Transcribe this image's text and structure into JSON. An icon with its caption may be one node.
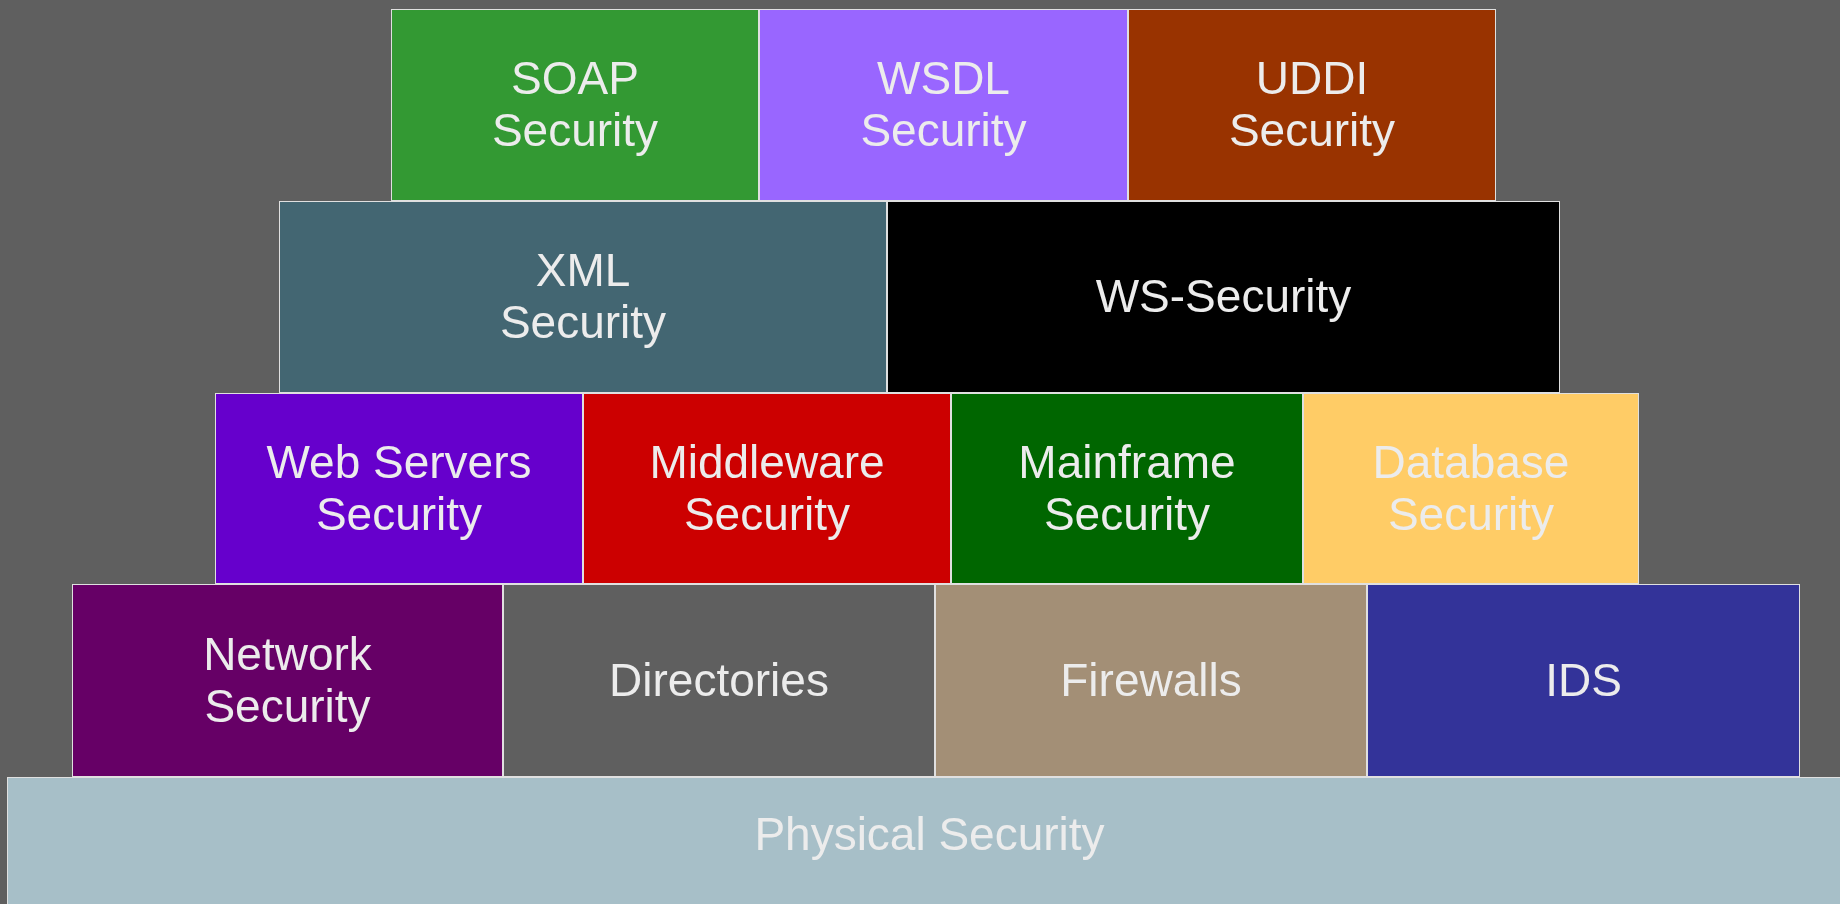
{
  "diagram": {
    "nodes": [
      {
        "text": [
          "SOAP Security"
        ]
      },
      {
        "text": [
          "WSDL Security"
        ]
      },
      {
        "text": [
          "UDDI Security"
        ]
      },
      {
        "text": [
          "XML Security"
        ]
      },
      {
        "text": [
          "WS-Security"
        ]
      },
      {
        "text": [
          "Web Servers Security"
        ]
      },
      {
        "text": [
          "Middleware Security"
        ]
      },
      {
        "text": [
          "Mainframe Security"
        ]
      },
      {
        "text": [
          "Database Security"
        ]
      },
      {
        "text": [
          "Network Security"
        ]
      },
      {
        "text": [
          "Directories"
        ]
      },
      {
        "text": [
          "Firewalls"
        ]
      },
      {
        "text": [
          "IDS"
        ]
      },
      {
        "text": [
          "Physical Security"
        ]
      }
    ]
  }
}
